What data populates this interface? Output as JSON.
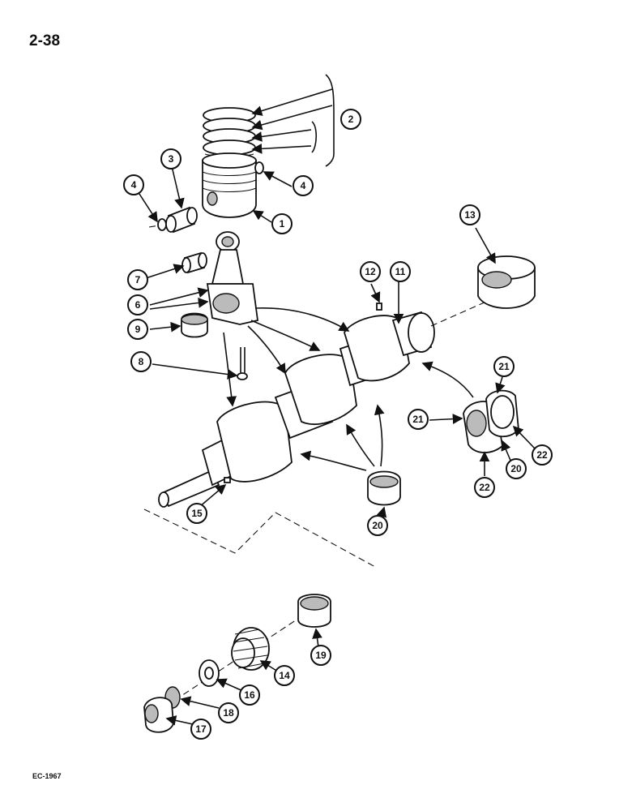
{
  "page_number": "2-38",
  "figure_code": "EC-1967",
  "callouts": [
    {
      "label": "1"
    },
    {
      "label": "2"
    },
    {
      "label": "3"
    },
    {
      "label": "4"
    },
    {
      "label": "4"
    },
    {
      "label": "6"
    },
    {
      "label": "7"
    },
    {
      "label": "8"
    },
    {
      "label": "9"
    },
    {
      "label": "11"
    },
    {
      "label": "12"
    },
    {
      "label": "13"
    },
    {
      "label": "14"
    },
    {
      "label": "15"
    },
    {
      "label": "16"
    },
    {
      "label": "17"
    },
    {
      "label": "18"
    },
    {
      "label": "19"
    },
    {
      "label": "20"
    },
    {
      "label": "20"
    },
    {
      "label": "21"
    },
    {
      "label": "21"
    },
    {
      "label": "22"
    },
    {
      "label": "22"
    }
  ]
}
